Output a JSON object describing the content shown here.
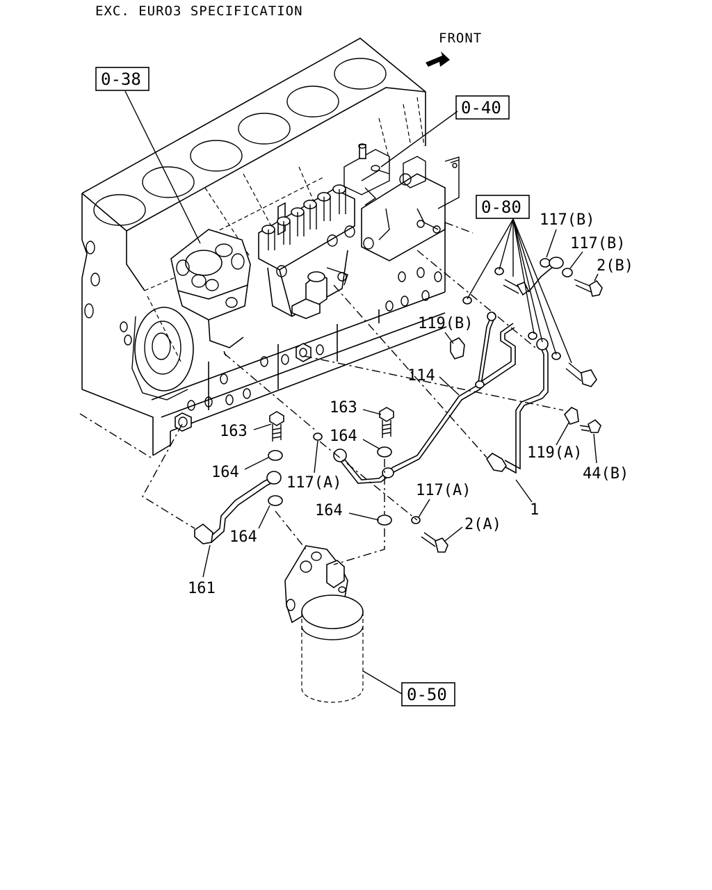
{
  "header": {
    "spec": "EXC. EURO3 SPECIFICATION"
  },
  "front_label": "FRONT",
  "refs": {
    "r038": "0-38",
    "r040": "0-40",
    "r080": "0-80",
    "r050": "0-50"
  },
  "callouts": {
    "c117b_1": "117(B)",
    "c117b_2": "117(B)",
    "c2b": "2(B)",
    "c119b": "119(B)",
    "c114": "114",
    "c163_1": "163",
    "c163_2": "163",
    "c164_1": "164",
    "c164_2": "164",
    "c164_3": "164",
    "c164_4": "164",
    "c117a_1": "117(A)",
    "c117a_2": "117(A)",
    "c119a": "119(A)",
    "c44b": "44(B)",
    "c1": "1",
    "c2a": "2(A)",
    "c161": "161"
  }
}
